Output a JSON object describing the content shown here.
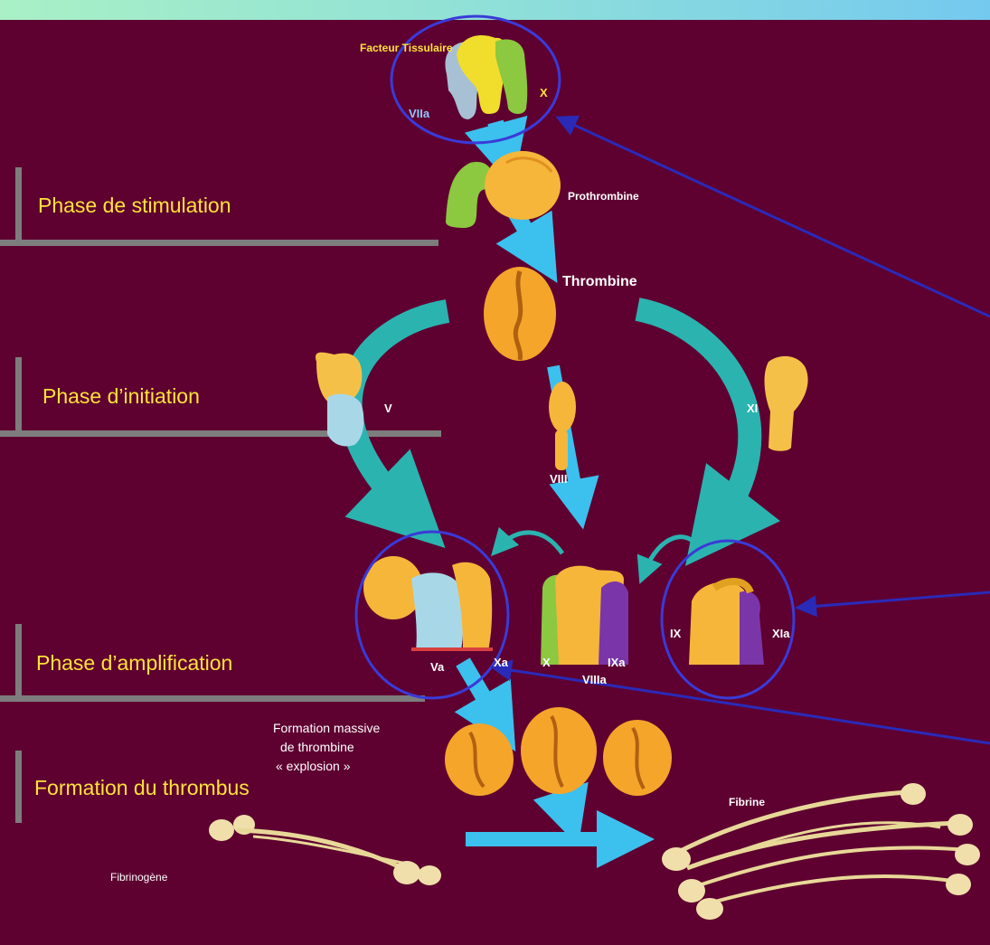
{
  "phases": {
    "stimulation": "Phase de stimulation",
    "initiation": "Phase d’initiation",
    "amplification": "Phase d’amplification",
    "thrombus": "Formation du thrombus"
  },
  "labels": {
    "facteur_tissulaire": "Facteur Tissulaire",
    "viia": "VIIa",
    "x_top": "X",
    "prothrombine": "Prothrombine",
    "thrombine": "Thrombine",
    "v": "V",
    "viii": "VIII",
    "xi": "XI",
    "va": "Va",
    "xa": "Xa",
    "x_mid": "X",
    "viiia": "VIIIa",
    "ixa": "IXa",
    "ix": "IX",
    "xia": "XIa",
    "formation_line1": "Formation massive",
    "formation_line2": "de thrombine",
    "formation_line3": "« explosion »",
    "fibrine": "Fibrine",
    "fibrinogene": "Fibrinogène"
  },
  "colors": {
    "background": "#5e0030",
    "phase_text": "#ffe23a",
    "arrow_blue": "#3cc0ee",
    "arrow_teal": "#2bb3b0",
    "circle": "#3a3ad8",
    "pointer": "#2a2ab8",
    "protein_orange": "#f5b63a",
    "protein_green": "#8cc840",
    "protein_lightblue": "#a8d8e8",
    "protein_purple": "#7a35a8"
  }
}
